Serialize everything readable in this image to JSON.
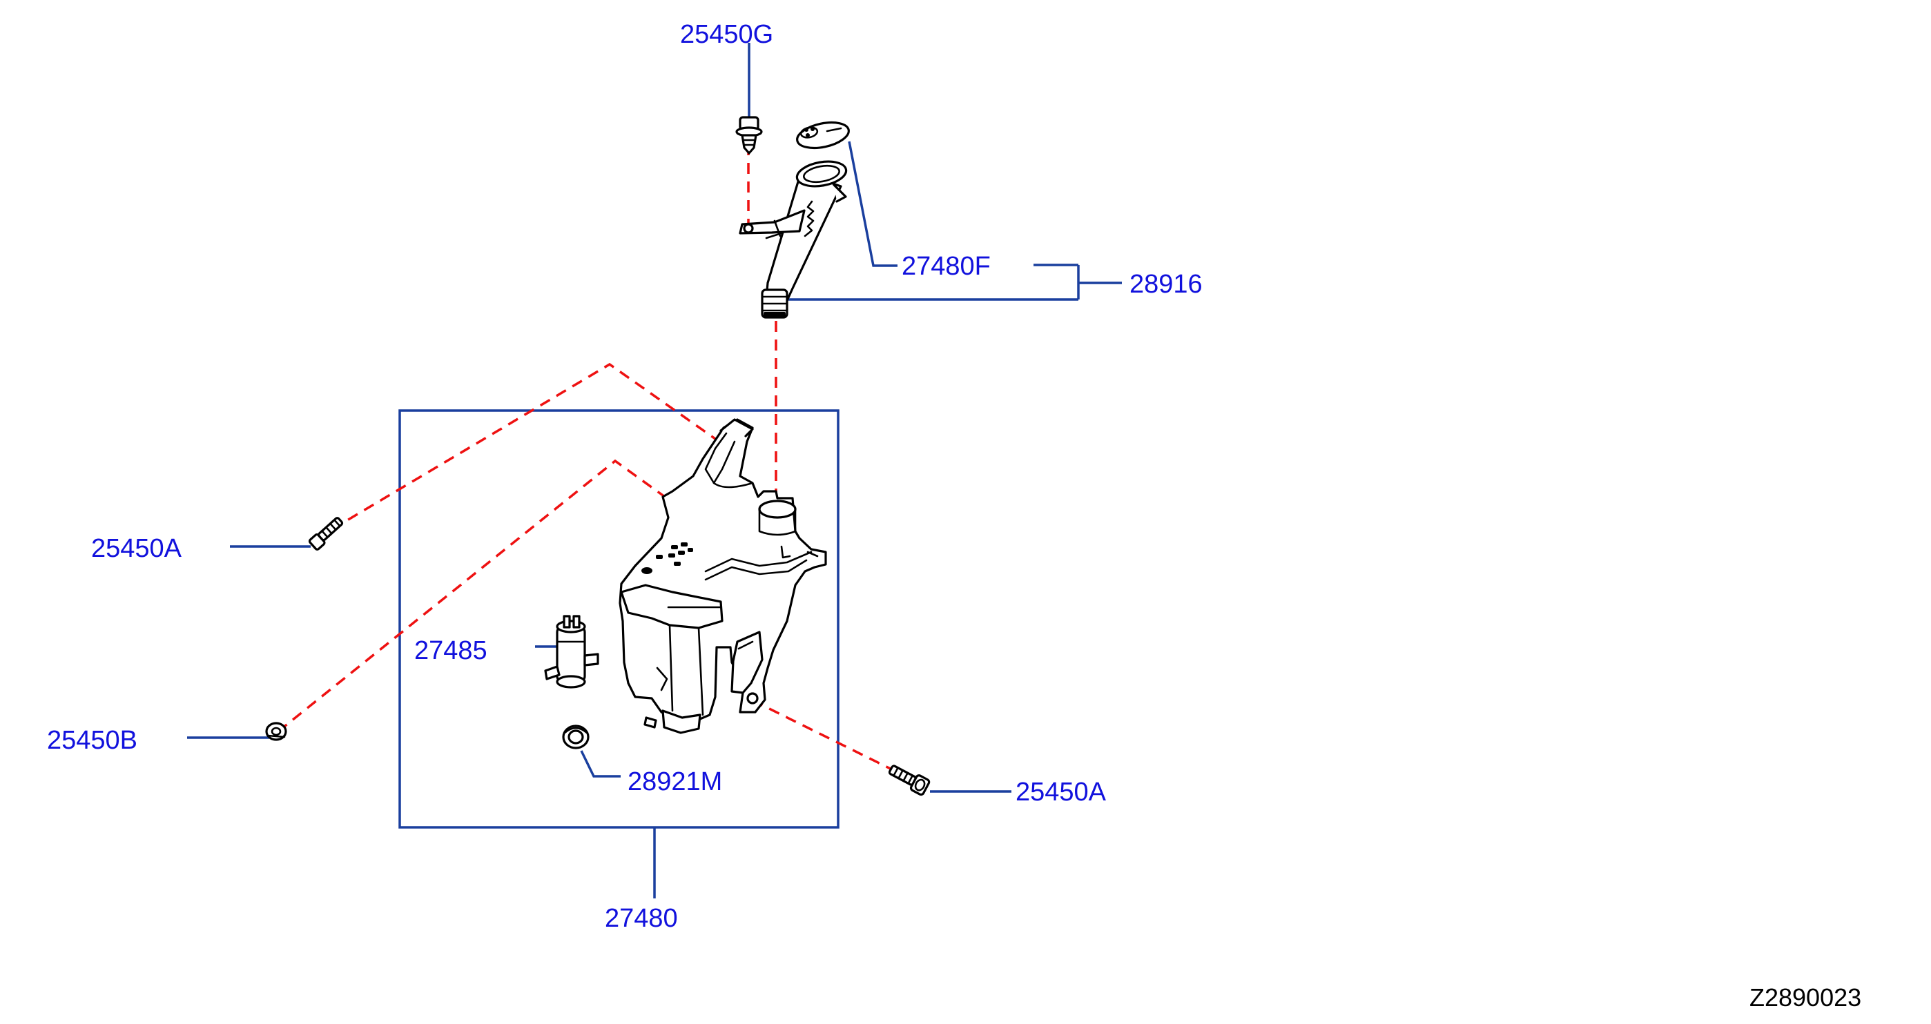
{
  "diagram": {
    "figure_id": "Z2890023",
    "colors": {
      "label": "#1111dd",
      "leader": "#1a3f9e",
      "assembly_line": "#ee1111",
      "part_outline": "#000000"
    },
    "labels": {
      "p25450G": "25450G",
      "p27480F": "27480F",
      "p28916": "28916",
      "p25450A_left": "25450A",
      "p27485": "27485",
      "p25450B": "25450B",
      "p28921M": "28921M",
      "p25450A_right": "25450A",
      "p27480": "27480"
    }
  }
}
